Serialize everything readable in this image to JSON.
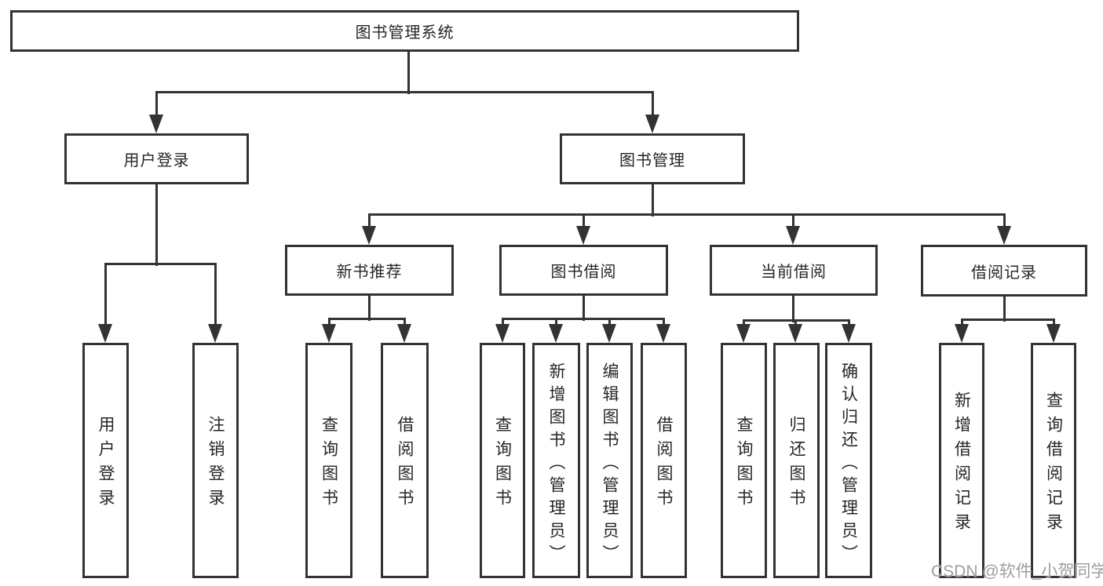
{
  "diagram": {
    "type": "hierarchy-tree",
    "title": "图书管理系统"
  },
  "nodes": {
    "root": "图书管理系统",
    "user_login": "用户登录",
    "book_mgmt": "图书管理",
    "new_book_rec": "新书推荐",
    "book_borrow": "图书借阅",
    "current_borrow": "当前借阅",
    "borrow_records": "借阅记录",
    "leaf_user_login": "用户登录",
    "leaf_logout": "注销登录",
    "leaf_rec_query": "查询图书",
    "leaf_rec_borrow": "借阅图书",
    "leaf_bb_query": "查询图书",
    "leaf_bb_add": "新增图书（管理员）",
    "leaf_bb_edit": "编辑图书（管理员）",
    "leaf_bb_borrow": "借阅图书",
    "leaf_cb_query": "查询图书",
    "leaf_cb_return": "归还图书",
    "leaf_cb_confirm": "确认归还（管理员）",
    "leaf_br_add": "新增借阅记录",
    "leaf_br_query": "查询借阅记录"
  },
  "hierarchy": {
    "图书管理系统": [
      "用户登录",
      "图书管理"
    ],
    "用户登录": [
      "用户登录",
      "注销登录"
    ],
    "图书管理": [
      "新书推荐",
      "图书借阅",
      "当前借阅",
      "借阅记录"
    ],
    "新书推荐": [
      "查询图书",
      "借阅图书"
    ],
    "图书借阅": [
      "查询图书",
      "新增图书（管理员）",
      "编辑图书（管理员）",
      "借阅图书"
    ],
    "当前借阅": [
      "查询图书",
      "归还图书",
      "确认归还（管理员）"
    ],
    "借阅记录": [
      "新增借阅记录",
      "查询借阅记录"
    ]
  },
  "watermark": "CSDN @软件_小贺同学",
  "colors": {
    "line": "#333333",
    "text": "#262626",
    "node_background": "#ffffff",
    "watermark": "#9e9e9e"
  }
}
